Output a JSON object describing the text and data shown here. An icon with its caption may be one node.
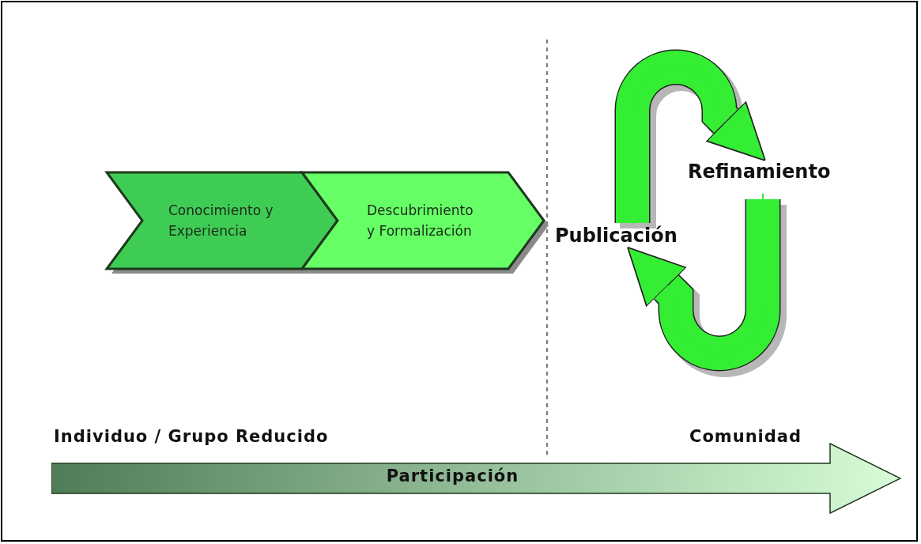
{
  "diagram": {
    "nodes": [
      {
        "text": [
          "Conocimiento y Experiencia"
        ]
      },
      {
        "text": [
          "Descubrimiento y Formalización"
        ]
      },
      {
        "text": [
          "Publicación"
        ]
      },
      {
        "text": [
          "Refinamiento"
        ]
      },
      {
        "text": [
          "Participación"
        ]
      }
    ],
    "edges": [
      {
        "from": 2,
        "to": 3,
        "arrow": "to"
      },
      {
        "from": 3,
        "to": 2,
        "arrow": "to"
      }
    ],
    "labels": [
      "Individuo / Grupo Reducido",
      "Comunidad"
    ]
  }
}
